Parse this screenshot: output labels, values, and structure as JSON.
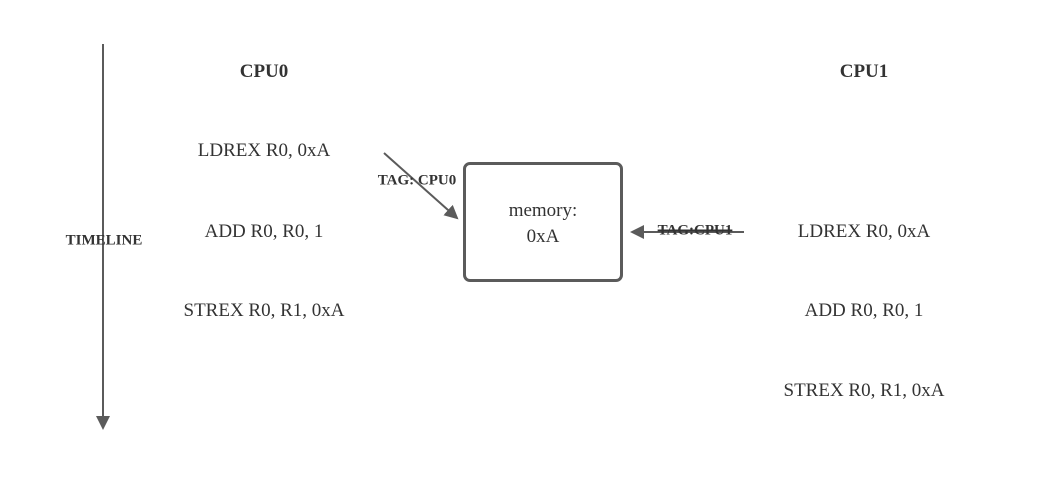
{
  "timeline": {
    "label": "TIMELINE"
  },
  "cpu0": {
    "title": "CPU0",
    "instructions": [
      "LDREX R0, 0xA",
      "ADD R0, R0, 1",
      "STREX R0, R1, 0xA"
    ]
  },
  "cpu1": {
    "title": "CPU1",
    "instructions": [
      "LDREX R0, 0xA",
      "ADD R0, R0, 1",
      "STREX R0, R1, 0xA"
    ]
  },
  "memory": {
    "label_line1": "memory:",
    "label_line2": "0xA"
  },
  "tags": {
    "cpu0": "TAG: CPU0",
    "cpu1": "TAG:CPU1"
  },
  "colors": {
    "line": "#5b5b5b",
    "text": "#333333"
  }
}
